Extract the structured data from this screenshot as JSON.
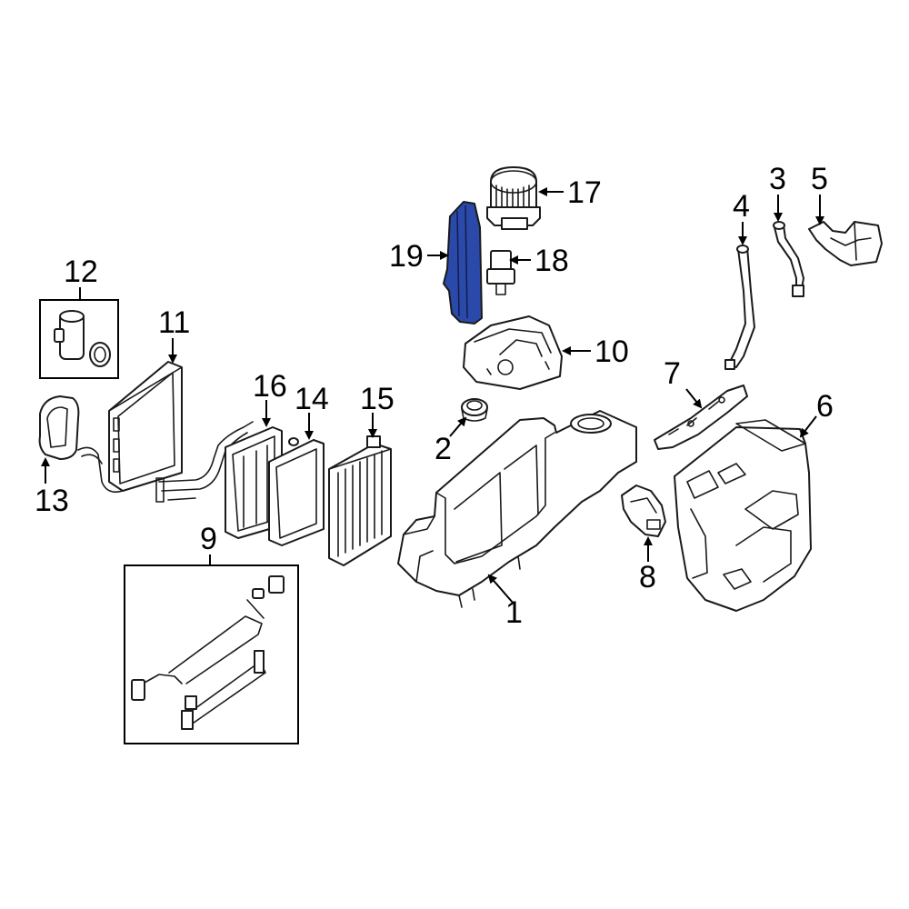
{
  "diagram": {
    "highlight_color": "#2b49a8",
    "callouts": [
      "1",
      "2",
      "3",
      "4",
      "5",
      "6",
      "7",
      "8",
      "9",
      "10",
      "11",
      "12",
      "13",
      "14",
      "15",
      "16",
      "17",
      "18",
      "19"
    ]
  }
}
